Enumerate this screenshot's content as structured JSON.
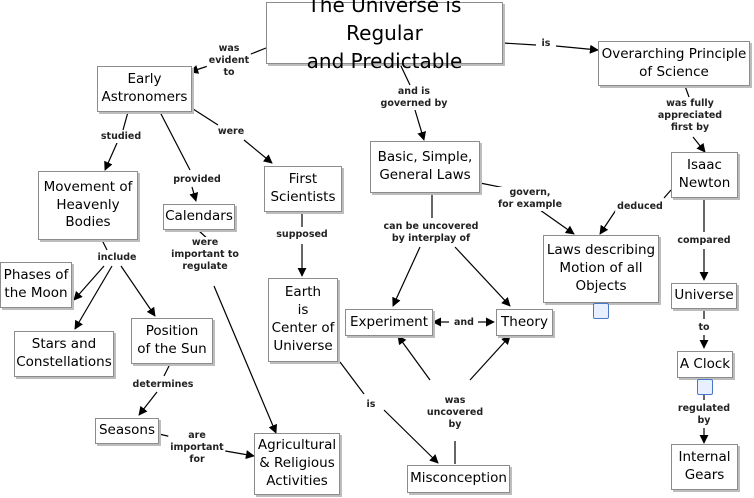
{
  "concepts": {
    "universe_regular": {
      "lines": [
        "The Universe is Regular",
        "and Predictable"
      ]
    },
    "overarching": {
      "lines": [
        "Overarching Principle",
        "of Science"
      ]
    },
    "early_astronomers": {
      "lines": [
        "Early",
        "Astronomers"
      ]
    },
    "basic_laws": {
      "lines": [
        "Basic, Simple,",
        "General Laws"
      ]
    },
    "isaac_newton": {
      "lines": [
        "Isaac",
        "Newton"
      ]
    },
    "movement": {
      "lines": [
        "Movement of",
        "Heavenly",
        "Bodies"
      ]
    },
    "calendars": {
      "lines": [
        "Calendars"
      ]
    },
    "first_scientists": {
      "lines": [
        "First",
        "Scientists"
      ]
    },
    "laws_motion": {
      "lines": [
        "Laws describing",
        "Motion of all",
        "Objects"
      ]
    },
    "phases": {
      "lines": [
        "Phases of",
        "the Moon"
      ]
    },
    "earth_center": {
      "lines": [
        "Earth",
        "is",
        "Center of",
        "Universe"
      ]
    },
    "experiment": {
      "lines": [
        "Experiment"
      ]
    },
    "theory": {
      "lines": [
        "Theory"
      ]
    },
    "universe": {
      "lines": [
        "Universe"
      ]
    },
    "stars": {
      "lines": [
        "Stars and",
        "Constellations"
      ]
    },
    "position_sun": {
      "lines": [
        "Position",
        "of the Sun"
      ]
    },
    "a_clock": {
      "lines": [
        "A Clock"
      ]
    },
    "seasons": {
      "lines": [
        "Seasons"
      ]
    },
    "agricultural": {
      "lines": [
        "Agricultural",
        "& Religious",
        "Activities"
      ]
    },
    "misconception": {
      "lines": [
        "Misconception"
      ]
    },
    "internal_gears": {
      "lines": [
        "Internal",
        "Gears"
      ]
    }
  },
  "links": {
    "was_evident_to": "was\nevident\nto",
    "is_1": "is",
    "and_is_governed_by": "and is\ngoverned by",
    "was_fully_appreciated": "was fully\nappreciated\nfirst by",
    "studied": "studied",
    "provided": "provided",
    "were": "were",
    "govern_for_example": "govern,\nfor example",
    "deduced": "deduced",
    "can_be_uncovered": "can be uncovered\nby interplay of",
    "include": "include",
    "supposed": "supposed",
    "were_important": "were\nimportant to\nregulate",
    "compared": "compared",
    "and": "and",
    "to": "to",
    "determines": "determines",
    "is_2": "is",
    "was_uncovered_by": "was\nuncovered\nby",
    "regulated_by": "regulated\nby",
    "are_important_for": "are\nimportant\nfor"
  }
}
